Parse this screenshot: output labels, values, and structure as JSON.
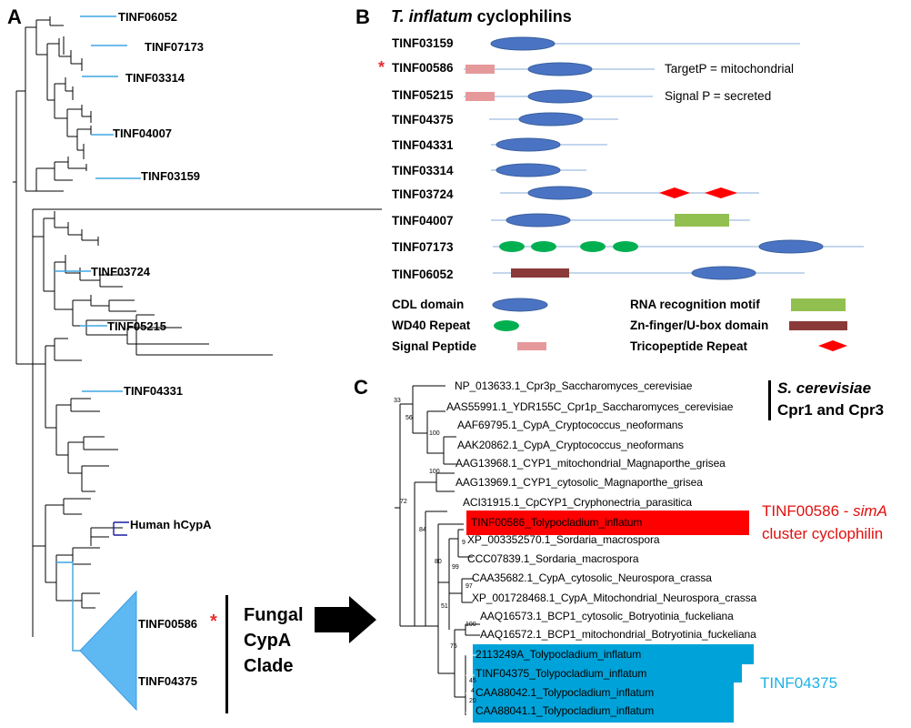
{
  "panel_a": {
    "label": "A",
    "leaves": [
      "TINF06052",
      "TINF07173",
      "TINF03314",
      "TINF04007",
      "TINF03159",
      "TINF03724",
      "TINF05215",
      "TINF04331",
      "Human hCypA"
    ],
    "clade_top": "TINF00586",
    "clade_bottom": "TINF04375",
    "star": "*",
    "clade_title": [
      "Fungal",
      "CypA",
      "Clade"
    ]
  },
  "panel_b": {
    "label": "B",
    "title_italic": "T. inflatum",
    "title_rest": " cyclophilins",
    "star": "*",
    "proteins": [
      "TINF03159",
      "TINF00586",
      "TINF05215",
      "TINF04375",
      "TINF04331",
      "TINF03314",
      "TINF03724",
      "TINF04007",
      "TINF07173",
      "TINF06052"
    ],
    "notes": [
      "TargetP = mitochondrial",
      "Signal P = secreted"
    ],
    "legend": [
      "CDL domain",
      "WD40 Repeat",
      "Signal Peptide",
      "RNA recognition motif",
      "Zn-finger/U-box domain",
      "Tricopeptide Repeat"
    ],
    "colors": {
      "cdl": "#4f7ac6",
      "wd40": "#00b050",
      "signal": "#e6999b",
      "rrm": "#92c050",
      "znf": "#8b3a3a",
      "tpr": "#ff0000",
      "line": "#9fbde0"
    }
  },
  "panel_c": {
    "label": "C",
    "taxa": [
      "NP_013633.1_Cpr3p_Saccharomyces_cerevisiae",
      "AAS55991.1_YDR155C_Cpr1p_Saccharomyces_cerevisiae",
      "AAF69795.1_CypA_Cryptococcus_neoformans",
      "AAK20862.1_CypA_Cryptococcus_neoformans",
      "AAG13968.1_CYP1_mitochondrial_Magnaporthe_grisea",
      "AAG13969.1_CYP1_cytosolic_Magnaporthe_grisea",
      "ACI31915.1_CpCYP1_Cryphonectria_parasitica",
      "TINF00586_Tolypocladium_inflatum",
      "XP_003352570.1_Sordaria_macrospora",
      "CCC07839.1_Sordaria_macrospora",
      "CAA35682.1_CypA_cytosolic_Neurospora_crassa",
      "XP_001728468.1_CypA_Mitochondrial_Neurospora_crassa",
      "AAQ16573.1_BCP1_cytosolic_Botryotinia_fuckeliana",
      "AAQ16572.1_BCP1_mitochondrial_Botryotinia_fuckeliana",
      "2113249A_Tolypocladium_inflatum",
      "TINF04375_Tolypocladium_inflatum",
      "CAA88042.1_Tolypocladium_inflatum",
      "CAA88041.1_Tolypocladium_inflatum"
    ],
    "bootstrap": [
      "33",
      "56",
      "100",
      "100",
      "72",
      "84",
      "80",
      "99",
      "51",
      "100",
      "75",
      "9",
      "97",
      "45",
      "4",
      "20"
    ],
    "scer_label_italic": "S. cerevisiae",
    "scer_label_2": "Cpr1 and Cpr3",
    "sima_label_1a": "TINF00586 - ",
    "sima_label_1b": "simA",
    "sima_label_2": "cluster cyclophilin",
    "tinf_label": "TINF04375",
    "colors": {
      "red": "#ff0000",
      "blue": "#00a3d9",
      "red_text": "#e0100e",
      "blue_text": "#1bb0e6"
    }
  }
}
